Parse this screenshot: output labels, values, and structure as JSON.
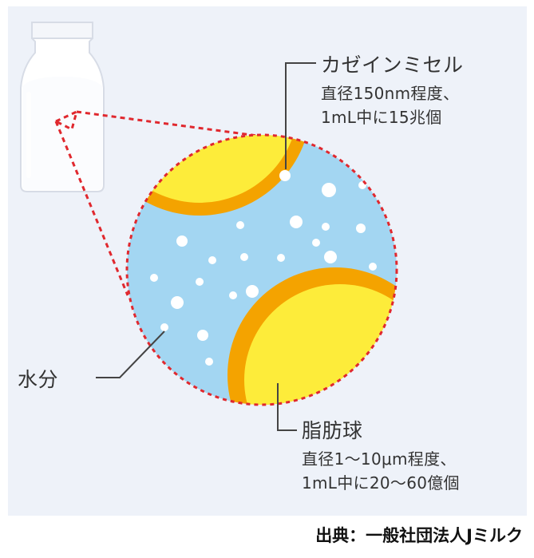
{
  "casein": {
    "title": "カゼインミセル",
    "line1": "直径150nm程度、",
    "line2": "1mL中に15兆個"
  },
  "water": {
    "title": "水分"
  },
  "fat": {
    "title": "脂肪球",
    "line1": "直径1〜10μm程度、",
    "line2": "1mL中に20〜60億個"
  },
  "source": "出典：一般社団法人Jミルク",
  "colors": {
    "background": "#eef2f9",
    "circle": "#a3d6f2",
    "fat_yellow": "#fdec3a",
    "fat_rim": "#f4a300",
    "dotted_red": "#e0282e",
    "leader": "#444444"
  },
  "icons": [
    "milk-bottle-icon"
  ]
}
